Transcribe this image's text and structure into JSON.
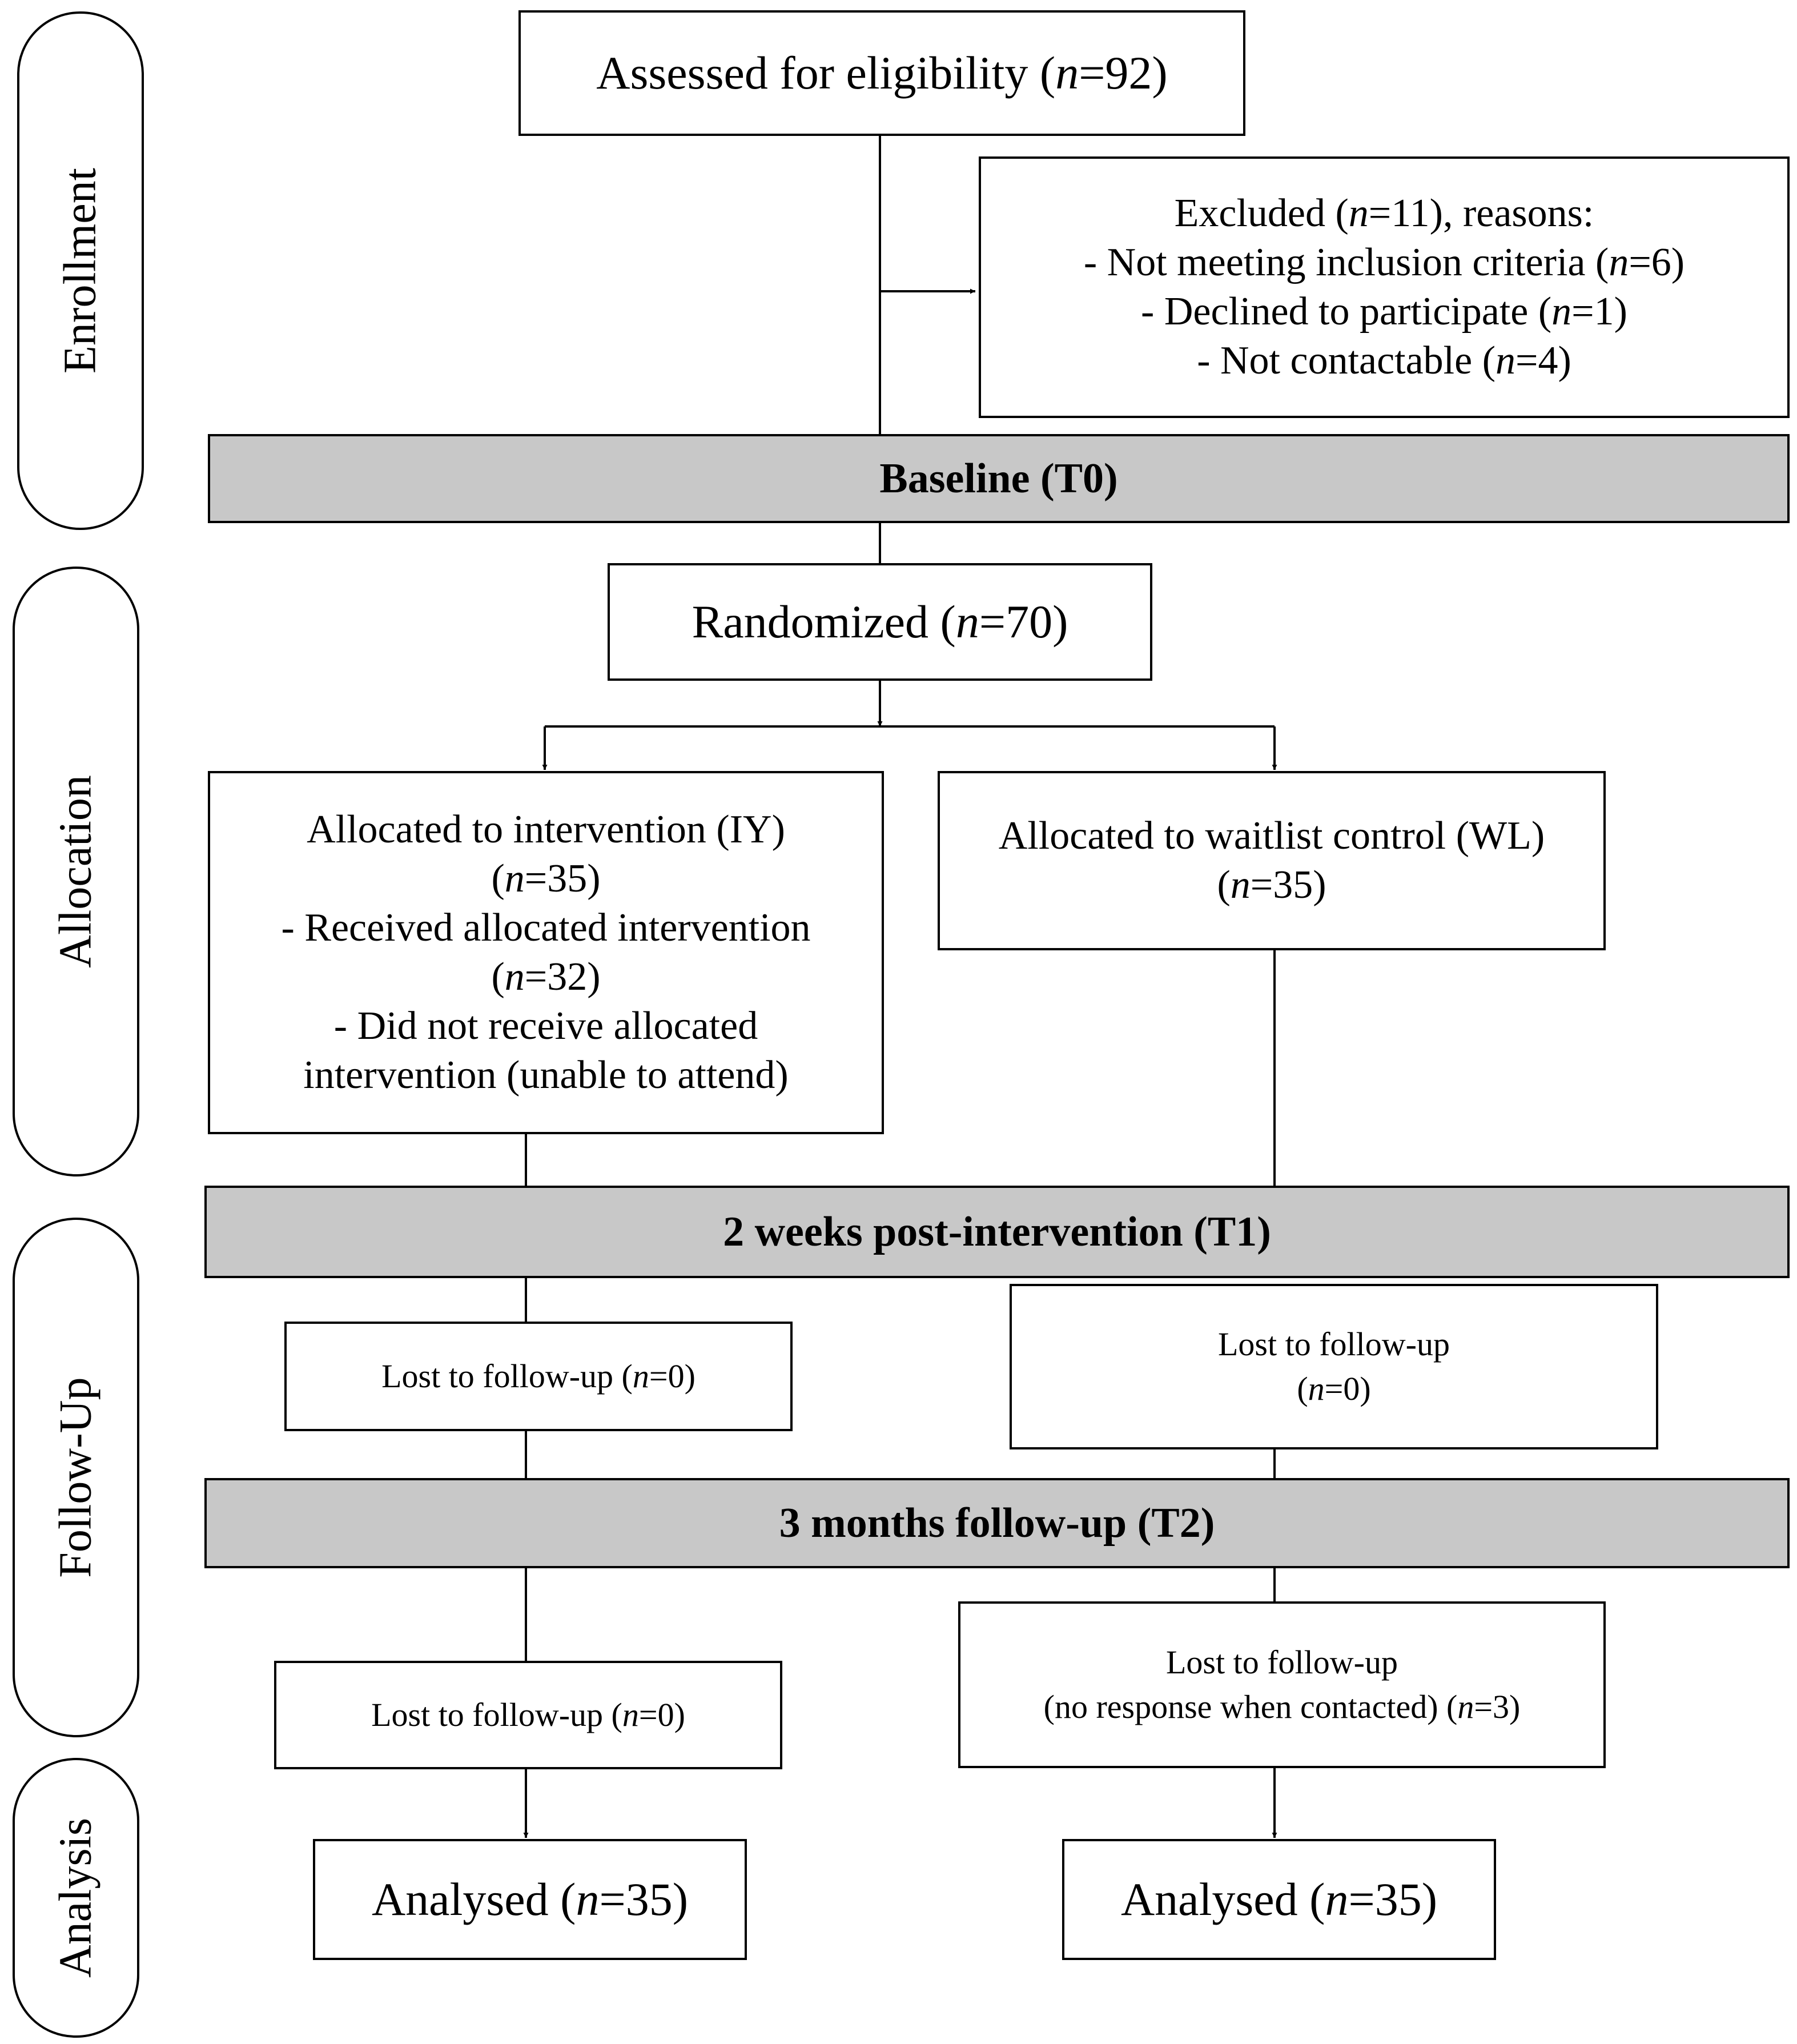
{
  "stages": {
    "enrollment": "Enrollment",
    "allocation": "Allocation",
    "follow_up": "Follow-Up",
    "analysis": "Analysis"
  },
  "bands": {
    "baseline": "Baseline (T0)",
    "t1": "2 weeks post-intervention (T1)",
    "t2": "3 months follow-up (T2)"
  },
  "assessed": {
    "label": "Assessed for eligibility (",
    "n": "n",
    "value": "=92)"
  },
  "excluded": {
    "title_pre": "Excluded (",
    "n": "n",
    "title_post": "=11), reasons:",
    "r1_pre": "-  Not meeting inclusion criteria (",
    "r1_post": "=6)",
    "r2_pre": "-  Declined to participate (",
    "r2_post": "=1)",
    "r3_pre": "-  Not contactable (",
    "r3_post": "=4)"
  },
  "randomized": {
    "label": "Randomized (",
    "n": "n",
    "value": "=70)"
  },
  "intervention": {
    "title": "Allocated to intervention (IY)",
    "n_pre": "(",
    "n": "n",
    "n_post": "=35)",
    "received": "- Received allocated intervention",
    "received_n_pre": "(",
    "received_n_post": "=32)",
    "not_received_1": "- Did not receive allocated",
    "not_received_2": "intervention (unable to attend)"
  },
  "waitlist": {
    "title": "Allocated to waitlist control (WL)",
    "n_pre": "(",
    "n": "n",
    "n_post": "=35)"
  },
  "lost_t1_iy": {
    "pre": "Lost to follow-up (",
    "n": "n",
    "post": "=0)"
  },
  "lost_t1_wl": {
    "line1": "Lost to follow-up",
    "pre": "(",
    "n": "n",
    "post": "=0)"
  },
  "lost_t2_iy": {
    "pre": "Lost to follow-up (",
    "n": "n",
    "post": "=0)"
  },
  "lost_t2_wl": {
    "line1": "Lost to follow-up",
    "pre": "(no response when contacted) (",
    "n": "n",
    "post": "=3)"
  },
  "analysed_iy": {
    "pre": "Analysed (",
    "n": "n",
    "post": "=35)"
  },
  "analysed_wl": {
    "pre": "Analysed (",
    "n": "n",
    "post": "=35)"
  }
}
